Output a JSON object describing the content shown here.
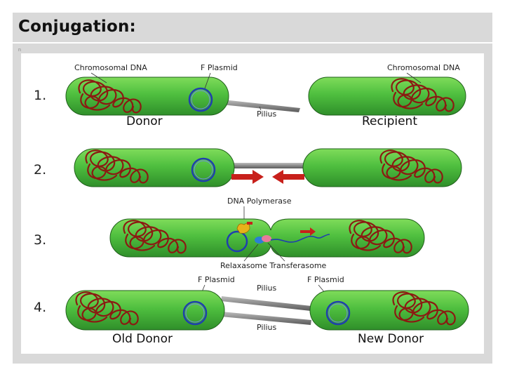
{
  "slide": {
    "title": "Conjugation:",
    "corner_mark": "n"
  },
  "diagram": {
    "steps": [
      "1.",
      "2.",
      "3.",
      "4."
    ],
    "labels": {
      "chromosomal_dna_left": "Chromosomal DNA",
      "chromosomal_dna_right": "Chromosomal DNA",
      "f_plasmid_1": "F Plasmid",
      "pilius_1": "Pilius",
      "donor": "Donor",
      "recipient": "Recipient",
      "dna_polymerase": "DNA Polymerase",
      "relaxasome_transferasome": "Relaxasome Transferasome",
      "f_plasmid_old": "F Plasmid",
      "f_plasmid_new": "F Plasmid",
      "pilius_4_top": "Pilius",
      "pilius_4_bottom": "Pilius",
      "old_donor": "Old Donor",
      "new_donor": "New Donor"
    },
    "colors": {
      "cell_fill": "#4fbf3f",
      "cell_stroke": "#1f5f1a",
      "dna": "#8b1a12",
      "plasmid": "#1f3fae",
      "pilus": "#8a8a8a",
      "arrow": "#c8201b",
      "polymerase": "#e8b21a",
      "relaxasome": "#e87a9a",
      "transferasome": "#2a7fd4"
    }
  }
}
